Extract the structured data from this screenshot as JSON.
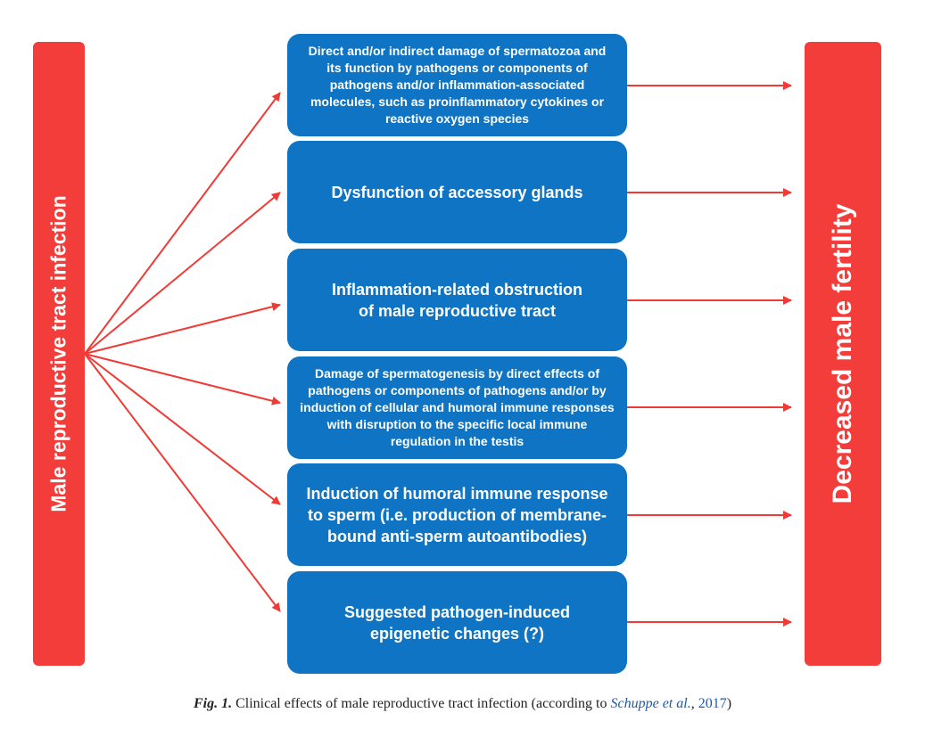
{
  "left_label": "Male reproductive tract infection",
  "right_label": "Decreased male fertility",
  "boxes": [
    {
      "text": "Direct and/or indirect damage of spermatozoa and  its function by pathogens or components of pathogens and/or inflammation-associated molecules, such as proinflammatory cytokines or reactive oxygen species"
    },
    {
      "text": "Dysfunction of accessory glands"
    },
    {
      "text": "Inflammation-related obstruction of male reproductive tract"
    },
    {
      "text": "Damage of spermatogenesis by direct effects of pathogens or components of pathogens and/or by induction of cellular and humoral immune responses with disruption to the specific local immune regulation in the testis"
    },
    {
      "text": "Induction of humoral immune response to sperm (i.e. production of membrane-bound anti-sperm autoantibodies)"
    },
    {
      "text": "Suggested pathogen-induced epigenetic changes (?)"
    }
  ],
  "caption": {
    "label": "Fig. 1.",
    "text": " Clinical effects of male reproductive tract infection (according to ",
    "ref_authors": "Schuppe et al.",
    "ref_sep": ", ",
    "ref_year": "2017",
    "close": ")"
  },
  "colors": {
    "red": "#f23d3a",
    "blue": "#0f74c4",
    "arrow": "#ef3b36"
  }
}
